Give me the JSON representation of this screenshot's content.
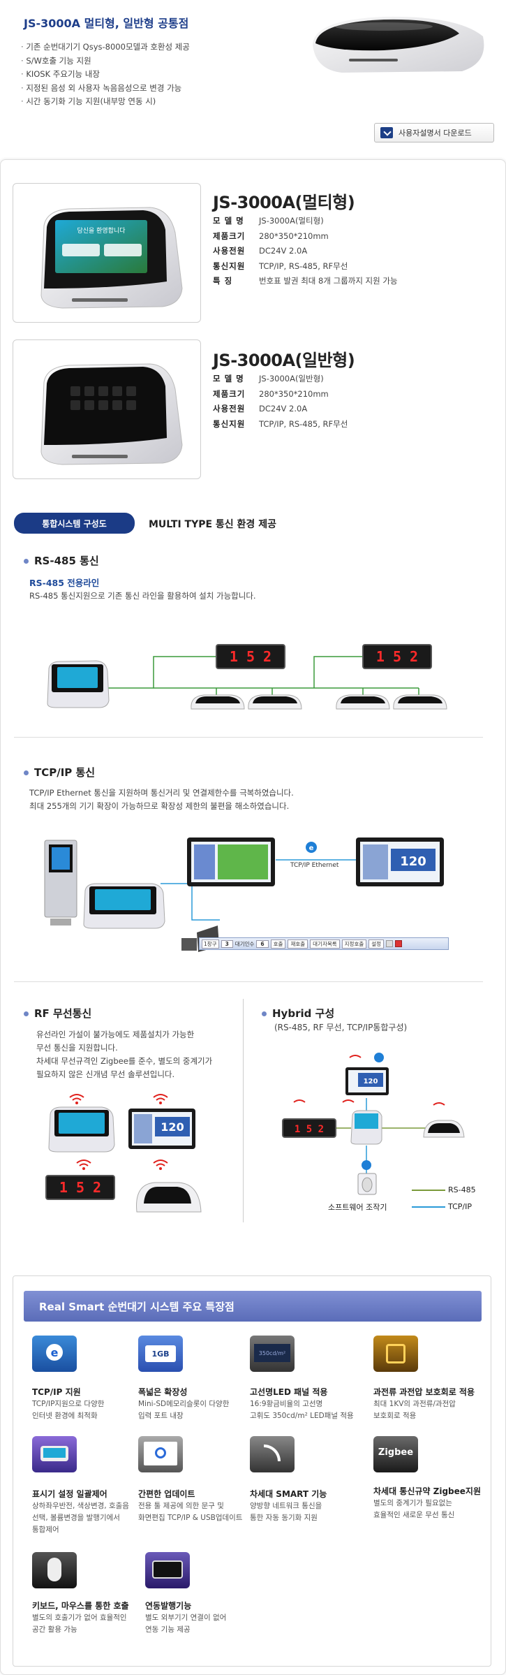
{
  "header": {
    "title": "JS-3000A 멀티형, 일반형 공통점",
    "features": [
      "기존 순번대기기 Qsys-8000모델과 호환성 제공",
      "S/W호출 기능 지원",
      "KIOSK 주요기능 내장",
      "지정된 음성 외 사용자 녹음음성으로 변경 가능",
      "시간 동기화 기능 지원(내부망 연동 시)"
    ],
    "download_label": "사용자설명서 다운로드"
  },
  "products": [
    {
      "title": "JS-3000A(멀티형)",
      "screen_text": "당신을 환영합니다",
      "specs": [
        {
          "k": "모 델 명",
          "v": "JS-3000A(멀티형)"
        },
        {
          "k": "제품크기",
          "v": "280*350*210mm"
        },
        {
          "k": "사용전원",
          "v": "DC24V 2.0A"
        },
        {
          "k": "통신지원",
          "v": "TCP/IP, RS-485, RF무선"
        },
        {
          "k": "특      징",
          "v": "번호표 발권 최대 8개 그룹까지 지원 가능"
        }
      ]
    },
    {
      "title": "JS-3000A(일반형)",
      "specs": [
        {
          "k": "모 델 명",
          "v": "JS-3000A(일반형)"
        },
        {
          "k": "제품크기",
          "v": "280*350*210mm"
        },
        {
          "k": "사용전원",
          "v": "DC24V 2.0A"
        },
        {
          "k": "통신지원",
          "v": "TCP/IP, RS-485, RF무선"
        }
      ]
    }
  ],
  "system": {
    "tag": "통합시스템 구성도",
    "tag_side": "MULTI TYPE 통신 환경 제공",
    "rs485": {
      "heading": "RS-485 통신",
      "sub": "RS-485 전용라인",
      "desc": "RS-485 통신지원으로 기존 통신 라인을 활용하여 설치 가능합니다.",
      "display_digits": "1 5 2"
    },
    "tcpip": {
      "heading": "TCP/IP 통신",
      "desc1": "TCP/IP Ethernet 통신을 지원하며 통신거리 및 연결제한수를 극복하였습니다.",
      "desc2": "최대 255개의 기기 확장이 가능하므로 확장성 제한의 불편을 해소하였습니다.",
      "ethernet_label": "TCP/IP Ethernet",
      "monitor_number": "120",
      "toolbar": [
        "1창구",
        "3",
        "대기인수",
        "6",
        "호출",
        "재호출",
        "대기자목록",
        "지정호출",
        "설정"
      ]
    },
    "rf": {
      "heading": "RF 무선통신",
      "desc": [
        "유선라인 가설이 불가능에도 제품설치가 가능한",
        "무선 통신을 지원합니다.",
        "차세대 무선규격인 Zigbee를 준수, 별도의 중계기가",
        "필요하지 않은 신개념 무선 솔루션입니다."
      ],
      "monitor_number": "120",
      "display_digits": "1 5 2"
    },
    "hybrid": {
      "heading": "Hybrid 구성",
      "sub": "(RS-485, RF 무선, TCP/IP통합구성)",
      "software_label": "소프트웨어 조작기",
      "legend": [
        {
          "label": "RS-485",
          "color": "#7a9a3a"
        },
        {
          "label": "TCP/IP",
          "color": "#2a9ad8"
        }
      ],
      "monitor_number": "120",
      "display_digits": "1 5 2"
    }
  },
  "features_section": {
    "title": "Real Smart 순번대기 시스템 주요 특장점",
    "items": [
      {
        "title": "TCP/IP 지원",
        "desc": [
          "TCP/IP지원으로 다양한",
          "인터넷 환경에 최적화"
        ],
        "icon": "globe-network-icon",
        "badge": ""
      },
      {
        "title": "폭넓은 확장성",
        "desc": [
          "Mini-SD메모리슬롯이 다양한",
          "입력 포트 내장"
        ],
        "icon": "sd-card-icon",
        "badge": "1GB"
      },
      {
        "title": "고선명LED 패널 적용",
        "desc": [
          "16:9황금비율의 고선명",
          "고휘도 350cd/m² LED패널 적용"
        ],
        "icon": "led-panel-icon",
        "badge": "350cd/m²"
      },
      {
        "title": "과전류 과전압 보호회로 적용",
        "desc": [
          "최대 1KV의 과전류/과전압",
          "보호회로 적용"
        ],
        "icon": "circuit-icon",
        "badge": ""
      },
      {
        "title": "표시기 설정 일괄제어",
        "desc": [
          "상하좌우반전, 색상변경, 호출음",
          "선택, 볼륨변경을 발행기에서",
          "통합제어"
        ],
        "icon": "device-control-icon",
        "badge": ""
      },
      {
        "title": "간편한 업데이트",
        "desc": [
          "전용 툴 제공에 의한 문구 및",
          "화면편집 TCP/IP & USB업데이트"
        ],
        "icon": "update-icon",
        "badge": ""
      },
      {
        "title": "차세대 SMART 기능",
        "desc": [
          "양방향 네트워크 통신을",
          "통한 자동 동기화 지원"
        ],
        "icon": "wireless-icon",
        "badge": ""
      },
      {
        "title": "차세대 통신규약 Zigbee지원",
        "desc": [
          "별도의 중계기가 필요없는",
          "효율적인 새로운 무선 통신"
        ],
        "icon": "zigbee-icon",
        "badge": "Zigbee"
      },
      {
        "title": "키보드, 마우스를 통한 호출",
        "desc": [
          "별도의 호출기가 없어 효율적인",
          "공간 활용 가능"
        ],
        "icon": "mouse-icon",
        "badge": ""
      },
      {
        "title": "연동발행기능",
        "desc": [
          "별도 외부기기 연결이 없어",
          "연동 기능 제공"
        ],
        "icon": "linked-ticket-icon",
        "badge": ""
      }
    ]
  }
}
